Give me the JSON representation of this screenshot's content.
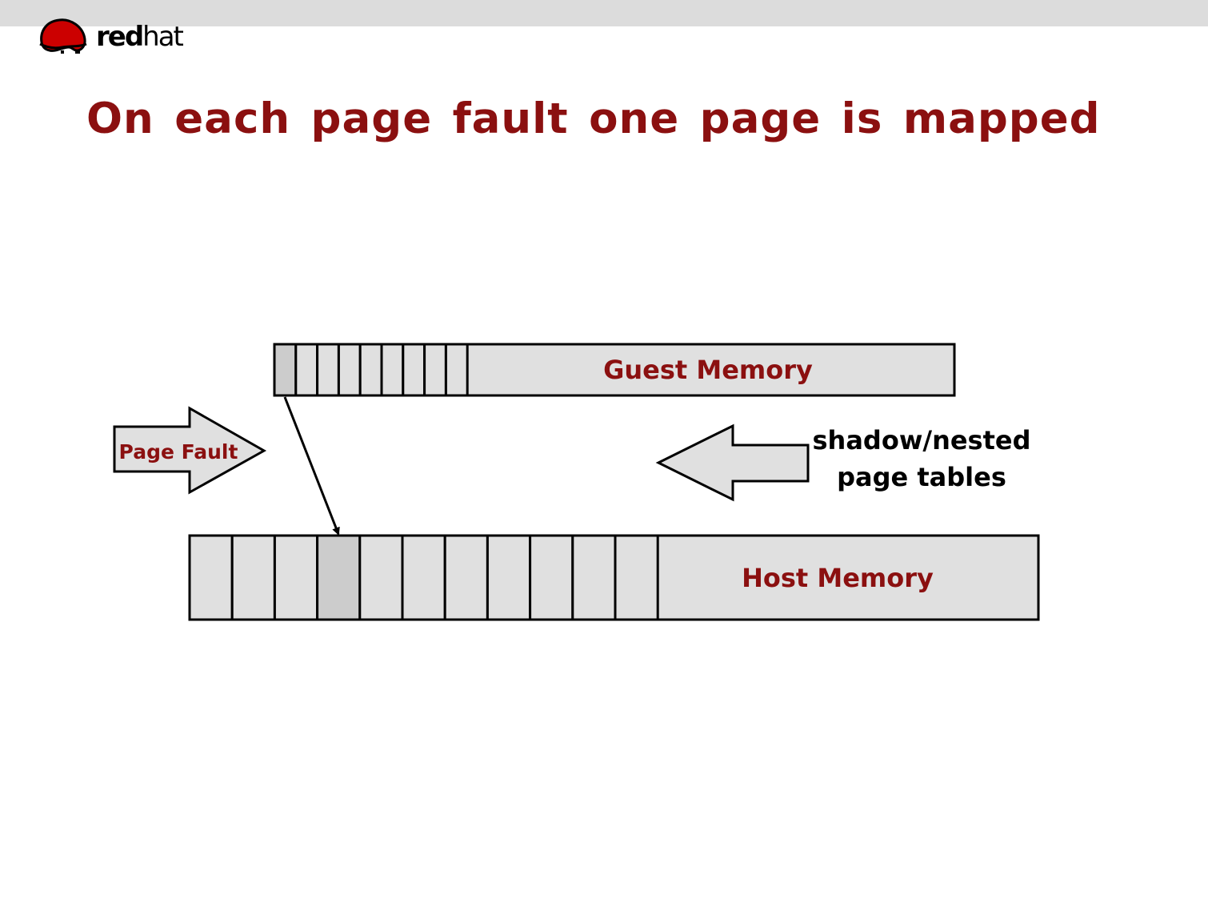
{
  "header": {
    "logo": {
      "icon": "redhat-shadowman-icon",
      "text_bold": "red",
      "text_regular": "hat"
    }
  },
  "slide": {
    "title": "On each page fault one page is mapped"
  },
  "diagram": {
    "guest_memory": {
      "label": "Guest Memory",
      "cells": 9,
      "highlighted_cell_index": 0
    },
    "host_memory": {
      "label": "Host Memory",
      "cells": 11,
      "highlighted_cell_index": 3
    },
    "page_fault_arrow": {
      "label": "Page Fault",
      "direction": "right"
    },
    "page_tables_arrow": {
      "label_line1": "shadow/nested",
      "label_line2": "page tables",
      "direction": "left"
    },
    "mapping_arrow": {
      "from": "guest cell 0",
      "to": "host cell 3"
    },
    "colors": {
      "title": "#8b1010",
      "cell_fill": "#e0e0e0",
      "cell_highlight": "#cccccc",
      "stroke": "#000000"
    }
  }
}
